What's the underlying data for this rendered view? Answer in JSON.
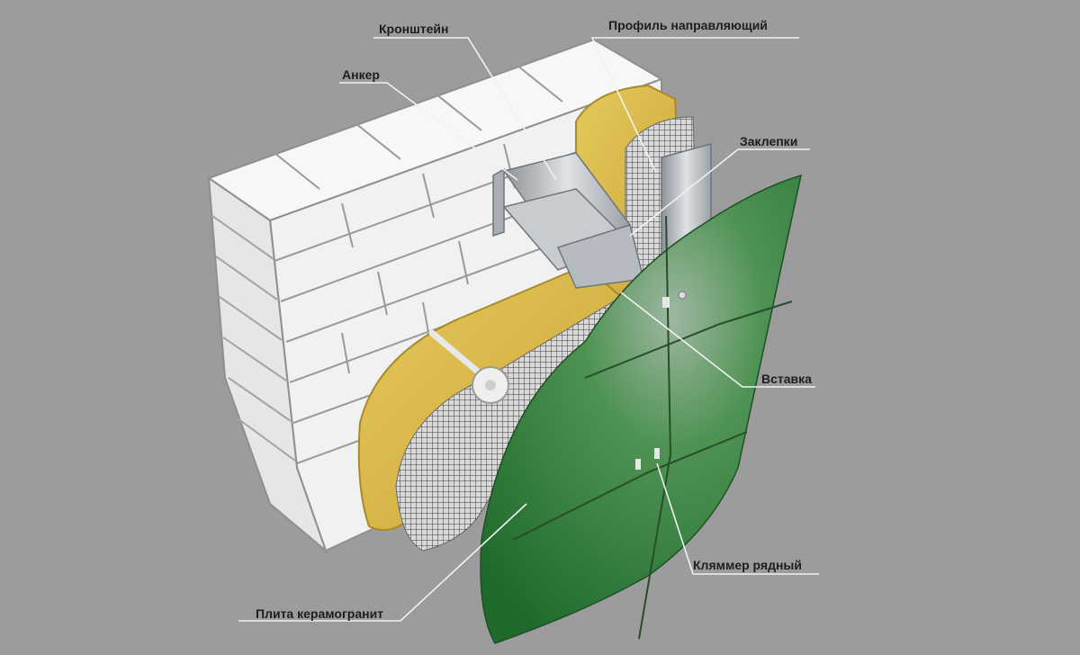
{
  "labels": {
    "bracket": "Кронштейн",
    "guide_profile": "Профиль направляющий",
    "anchor": "Анкер",
    "rivets": "Заклепки",
    "insert": "Вставка",
    "row_clamp": "Кляммер рядный",
    "tile": "Плита керамогранит"
  },
  "colors": {
    "background": "#9c9c9c",
    "brick": "#f4f4f4",
    "mortar": "#9a9a9a",
    "insulation": "#d9b94a",
    "mesh": "#d8d8d8",
    "metal": "#b9bfc4",
    "granite": "#2f7a3a",
    "leader": "#f2f2f2"
  }
}
